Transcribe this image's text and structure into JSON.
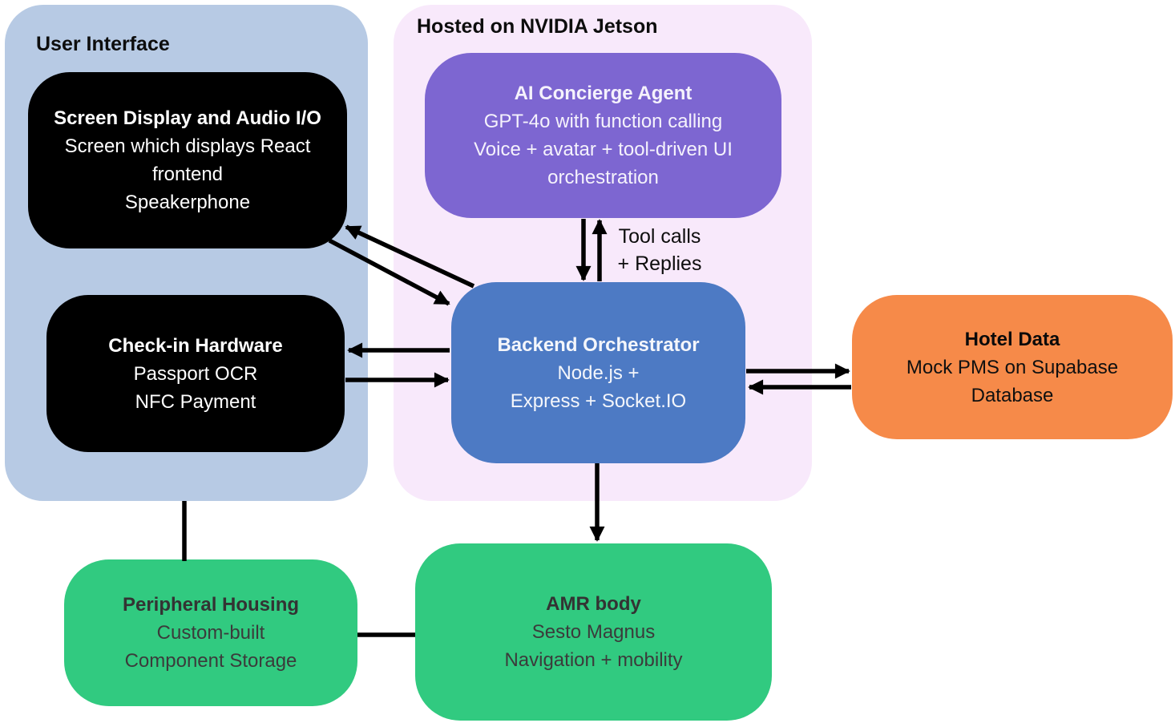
{
  "colors": {
    "ui_container": "#b7cae4",
    "jetson_container": "#f8e9fb",
    "black_box": "#000000",
    "purple_box": "#7d66d1",
    "blue_box": "#4d7ac4",
    "orange_box": "#f68a49",
    "green_box": "#31ca80",
    "arrow": "#000000"
  },
  "groups": {
    "user_interface": {
      "label": "User Interface"
    },
    "jetson": {
      "label": "Hosted on NVIDIA Jetson"
    }
  },
  "nodes": {
    "screen_display": {
      "title": "Screen Display and Audio I/O",
      "lines": [
        "Screen which displays React",
        "frontend",
        "Speakerphone"
      ]
    },
    "checkin_hardware": {
      "title": "Check-in Hardware",
      "lines": [
        "Passport OCR",
        "NFC Payment"
      ]
    },
    "ai_concierge": {
      "title": "AI Concierge Agent",
      "lines": [
        "GPT-4o with function calling",
        "Voice + avatar + tool-driven UI",
        "orchestration"
      ]
    },
    "backend": {
      "title": "Backend Orchestrator",
      "lines": [
        "Node.js +",
        "Express + Socket.IO"
      ]
    },
    "hotel_data": {
      "title": "Hotel Data",
      "lines": [
        "Mock PMS on Supabase",
        "Database"
      ]
    },
    "peripheral_housing": {
      "title": "Peripheral Housing",
      "lines": [
        "Custom-built",
        "Component Storage"
      ]
    },
    "amr_body": {
      "title": "AMR body",
      "lines": [
        "Sesto Magnus",
        "Navigation + mobility"
      ]
    }
  },
  "edges": {
    "tool_calls": {
      "line1": "Tool calls",
      "line2": "+ Replies"
    }
  }
}
